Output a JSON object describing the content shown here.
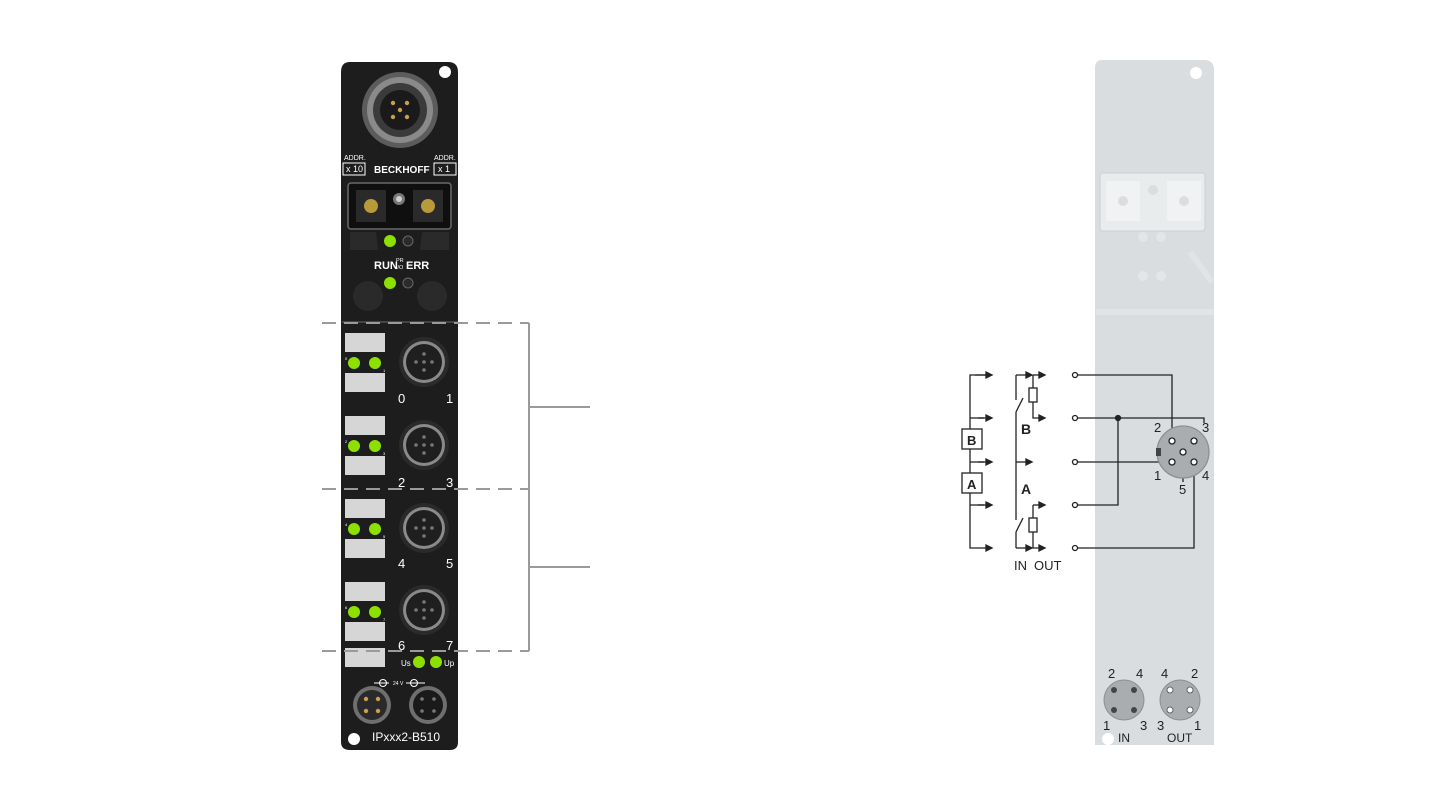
{
  "module": {
    "addr_left_label": "ADDR.",
    "addr_left_mult": "x 10",
    "addr_right_label": "ADDR.",
    "addr_right_mult": "x 1",
    "brand": "BECKHOFF",
    "status_run": "RUN",
    "status_pr": "PR",
    "status_io": "I/O",
    "status_err": "ERR",
    "ports": [
      {
        "left": "0",
        "right": "1",
        "led_left": "0",
        "led_right": "1"
      },
      {
        "left": "2",
        "right": "3",
        "led_left": "2",
        "led_right": "3"
      },
      {
        "left": "4",
        "right": "5",
        "led_left": "4",
        "led_right": "5"
      },
      {
        "left": "6",
        "right": "7",
        "led_left": "6",
        "led_right": "7"
      }
    ],
    "us_label": "Us",
    "up_label": "Up",
    "voltage_label": "24 V",
    "model": "IPxxx2-B510"
  },
  "schematic": {
    "label_b_box": "B",
    "label_a_box": "A",
    "label_b_switch": "B",
    "label_a_switch": "A",
    "in_label": "IN",
    "out_label": "OUT",
    "pins": {
      "p1": "1",
      "p2": "2",
      "p3": "3",
      "p4": "4",
      "p5": "5"
    }
  },
  "power": {
    "in": {
      "tl": "2",
      "tr": "4",
      "bl": "1",
      "br": "3",
      "label": "IN"
    },
    "out": {
      "tl": "4",
      "tr": "2",
      "bl": "3",
      "br": "1",
      "label": "OUT"
    }
  },
  "colors": {
    "module_body": "#1d1d1d",
    "led_green": "#8ee000",
    "side_panel": "#d9dde0",
    "dashed": "#9a9a9a"
  }
}
